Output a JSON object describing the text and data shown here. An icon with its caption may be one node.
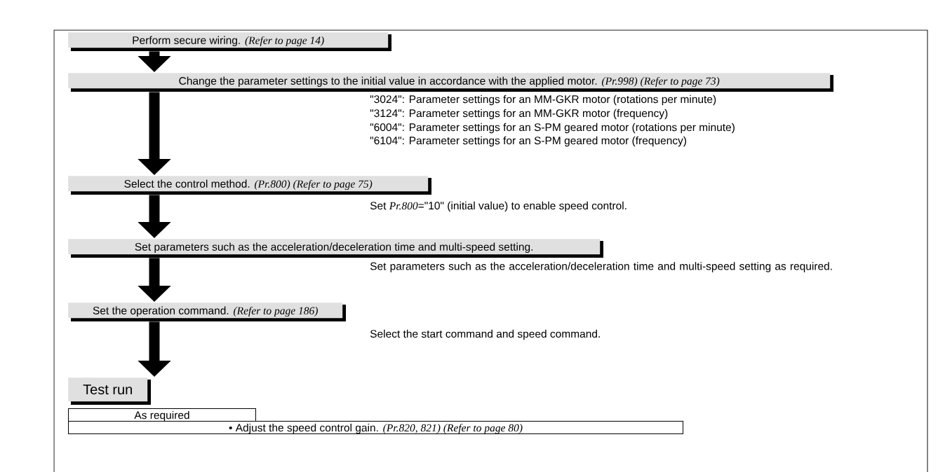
{
  "diagram": {
    "nodes": [
      {
        "text": [
          "Perform secure wiring.",
          "(Refer to page 14)"
        ]
      },
      {
        "text": [
          "Change the parameter settings to the initial value in accordance with the applied motor.",
          "(Pr.998) (Refer to page 73)"
        ],
        "beside": [
          "\"3024\": Parameter settings for an MM-GKR motor (rotations per minute)",
          "\"3124\": Parameter settings for an MM-GKR motor (frequency)",
          "\"6004\": Parameter settings for an S-PM geared motor (rotations per minute)",
          "\"6104\": Parameter settings for an S-PM geared motor (frequency)"
        ]
      },
      {
        "text": [
          "Select the control method.",
          "(Pr.800) (Refer to page 75)"
        ],
        "beside": [
          "Set *Pr.800*=\"10\" (initial value) to enable speed control."
        ]
      },
      {
        "text": [
          "Set parameters such as the acceleration/deceleration time and multi-speed setting."
        ],
        "beside": [
          "Set parameters such as the acceleration/deceleration time and multi-speed setting as required."
        ]
      },
      {
        "text": [
          "Set the operation command.",
          "(Refer to page 186)"
        ],
        "beside": [
          "Select the start command and speed command."
        ]
      },
      {
        "text": [
          "Test run"
        ]
      },
      {
        "text": [
          "As required"
        ]
      },
      {
        "text": [
          "• Adjust the speed control gain.",
          "(Pr.820, 821) (Refer to page 80)"
        ]
      }
    ],
    "edges": [
      {
        "from": 0,
        "to": 1,
        "arrow": "to"
      },
      {
        "from": 1,
        "to": 2,
        "arrow": "to"
      },
      {
        "from": 2,
        "to": 3,
        "arrow": "to"
      },
      {
        "from": 3,
        "to": 4,
        "arrow": "to"
      },
      {
        "from": 4,
        "to": 5,
        "arrow": "to"
      }
    ]
  }
}
